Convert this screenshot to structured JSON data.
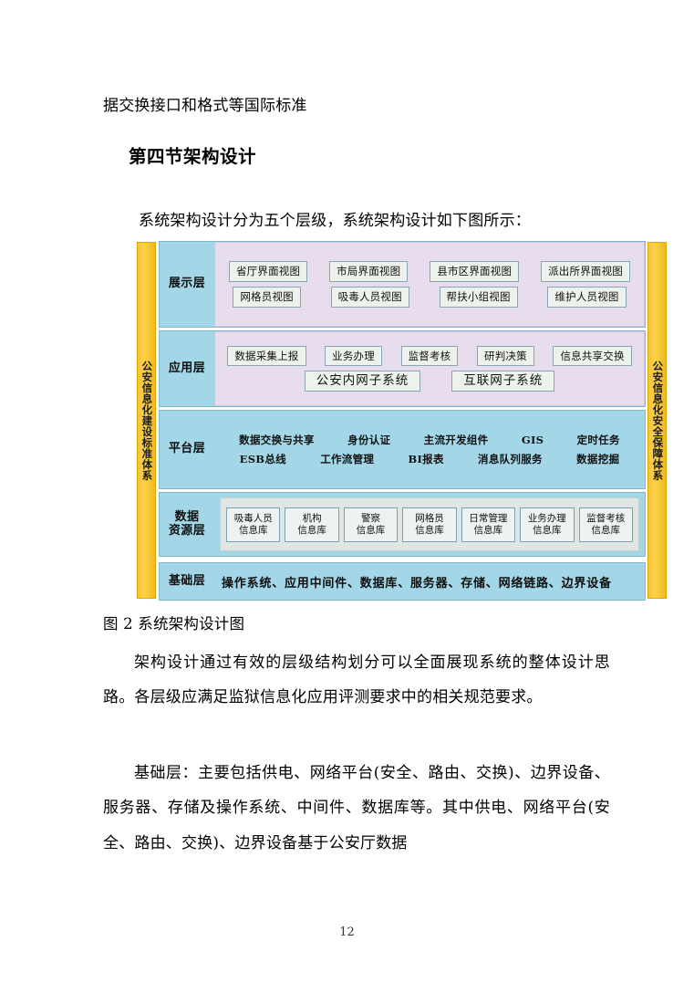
{
  "document": {
    "running_line": "据交换接口和格式等国际标准",
    "heading": "第四节架构设计",
    "intro": "系统架构设计分为五个层级，系统架构设计如下图所示：",
    "figure_caption": "图 2 系统架构设计图",
    "paragraph_1": "架构设计通过有效的层级结构划分可以全面展现系统的整体设计思路。各层级应满足监狱信息化应用评测要求中的相关规范要求。",
    "paragraph_2": "基础层：主要包括供电、网络平台(安全、路由、交换)、边界设备、服务器、存储及操作系统、中间件、数据库等。其中供电、网络平台(安全、路由、交换)、边界设备基于公安厅数据",
    "page_number": "12"
  },
  "diagram": {
    "left_bar_label": "公安信息化建设标准体系",
    "right_bar_label": "公安信息化安全保障体系",
    "colors": {
      "side_bar": "#f5c43a",
      "layer_background": "#a3d7e8",
      "panel_lavender": "#e7ddec",
      "chip_background": "#eef2ec",
      "chip_border": "#8aa6b4"
    },
    "layers": [
      {
        "name": "展示层",
        "row_1": [
          "省厅界面视图",
          "市局界面视图",
          "县市区界面视图",
          "派出所界面视图"
        ],
        "row_2": [
          "网格员视图",
          "吸毒人员视图",
          "帮扶小组视图",
          "维护人员视图"
        ]
      },
      {
        "name": "应用层",
        "row_1": [
          "数据采集上报",
          "业务办理",
          "监督考核",
          "研判决策",
          "信息共享交换"
        ],
        "row_2": [
          "公安内网子系统",
          "互联网子系统"
        ]
      },
      {
        "name": "平台层",
        "row_1": [
          "数据交换与共享",
          "身份认证",
          "主流开发组件",
          "GIS",
          "定时任务"
        ],
        "row_2": [
          "ESB总线",
          "工作流管理",
          "BI报表",
          "消息队列服务",
          "数据挖掘"
        ]
      },
      {
        "name": "数据\n资源层",
        "databases": [
          "吸毒人员\n信息库",
          "机构\n信息库",
          "警察\n信息库",
          "网格员\n信息库",
          "日常管理\n信息库",
          "业务办理\n信息库",
          "监督考核\n信息库"
        ]
      },
      {
        "name": "基础层",
        "content": "操作系统、应用中间件、数据库、服务器、存储、网络链路、边界设备"
      }
    ]
  }
}
